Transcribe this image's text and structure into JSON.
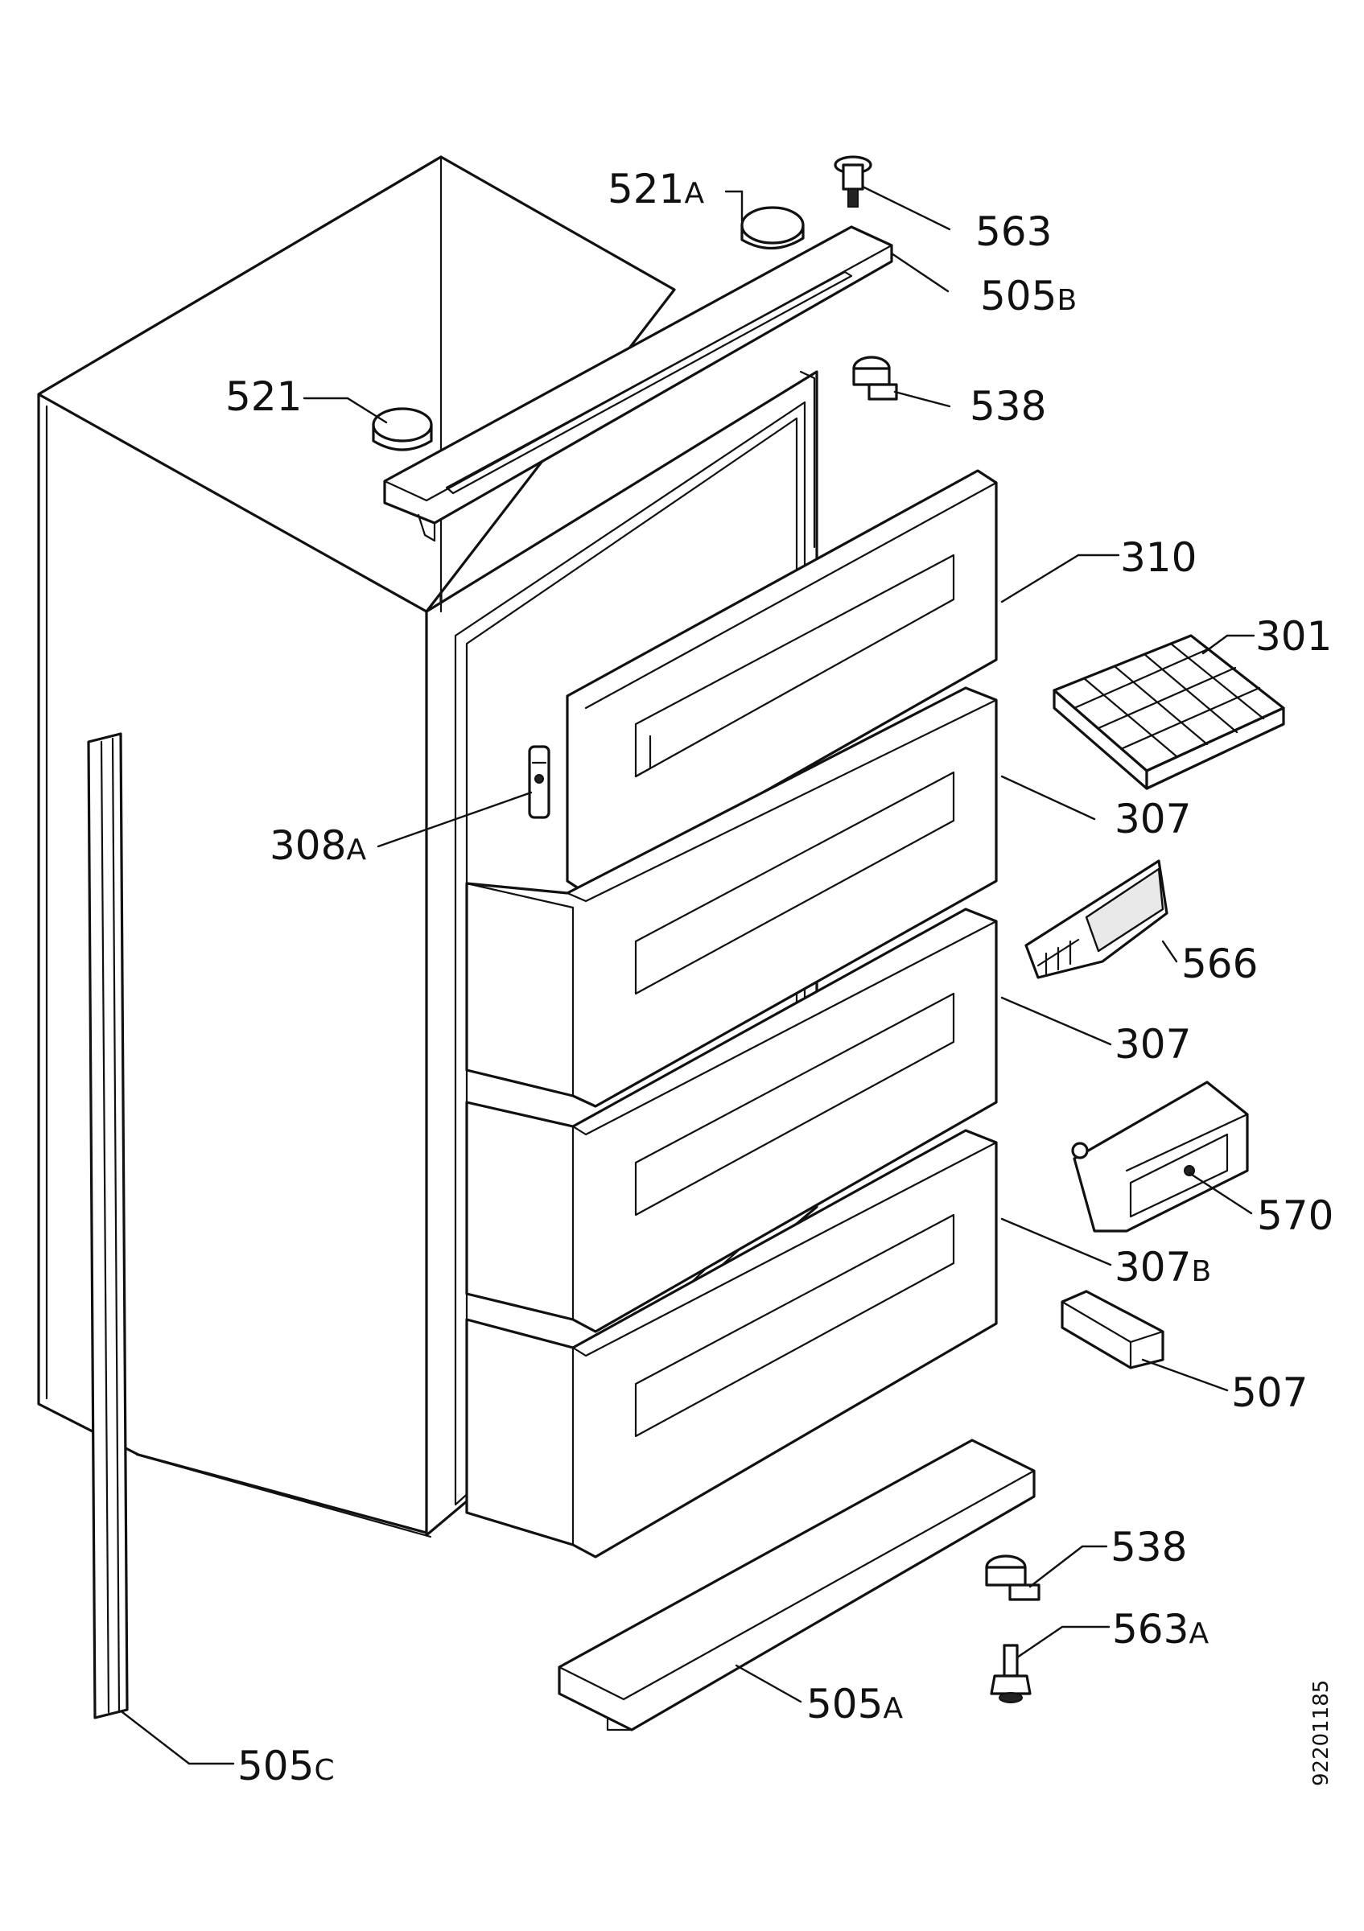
{
  "callouts": [
    {
      "id": "c521a",
      "base": "521",
      "suffix": "A"
    },
    {
      "id": "c563",
      "base": "563",
      "suffix": ""
    },
    {
      "id": "c505b",
      "base": "505",
      "suffix": "B"
    },
    {
      "id": "c521",
      "base": "521",
      "suffix": ""
    },
    {
      "id": "c538t",
      "base": "538",
      "suffix": ""
    },
    {
      "id": "c310",
      "base": "310",
      "suffix": ""
    },
    {
      "id": "c301",
      "base": "301",
      "suffix": ""
    },
    {
      "id": "c308a",
      "base": "308",
      "suffix": "A"
    },
    {
      "id": "c307a",
      "base": "307",
      "suffix": ""
    },
    {
      "id": "c566",
      "base": "566",
      "suffix": ""
    },
    {
      "id": "c307b",
      "base": "307",
      "suffix": ""
    },
    {
      "id": "c570",
      "base": "570",
      "suffix": ""
    },
    {
      "id": "c307c",
      "base": "307",
      "suffix": "B"
    },
    {
      "id": "c507",
      "base": "507",
      "suffix": ""
    },
    {
      "id": "c538b",
      "base": "538",
      "suffix": ""
    },
    {
      "id": "c563a",
      "base": "563",
      "suffix": "A"
    },
    {
      "id": "c505a",
      "base": "505",
      "suffix": "A"
    },
    {
      "id": "c505c",
      "base": "505",
      "suffix": "C"
    }
  ],
  "document_number": "92201185"
}
